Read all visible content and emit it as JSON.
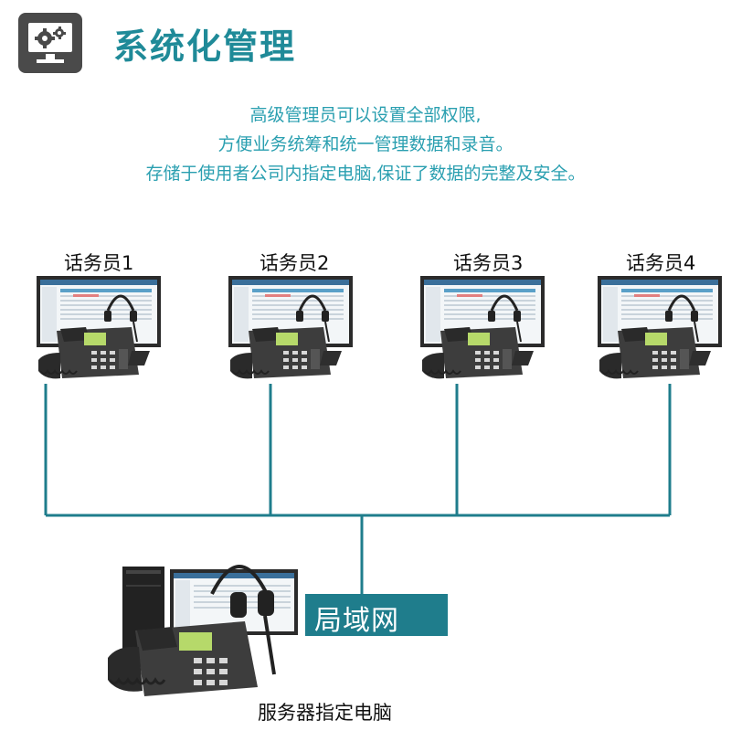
{
  "header": {
    "title": "系统化管理"
  },
  "description": [
    "高级管理员可以设置全部权限,",
    "方便业务统筹和统一管理数据和录音。",
    "存储于使用者公司内指定电脑,保证了数据的完整及安全。"
  ],
  "operators": [
    {
      "label": "话务员1"
    },
    {
      "label": "话务员2"
    },
    {
      "label": "话务员3"
    },
    {
      "label": "话务员4"
    }
  ],
  "lan": {
    "label": "局域网"
  },
  "server": {
    "label": "服务器指定电脑"
  },
  "colors": {
    "title": "#1f8a98",
    "text_teal": "#2a9fb0",
    "line": "#1f7d8c",
    "lan_box": "#1f7d8c",
    "icon_bg": "#4a4a4a"
  },
  "icons": {
    "header": "monitor-gears-icon",
    "workstation": "monitor-phone-headset-icon",
    "server": "tower-monitor-phone-headset-icon"
  }
}
